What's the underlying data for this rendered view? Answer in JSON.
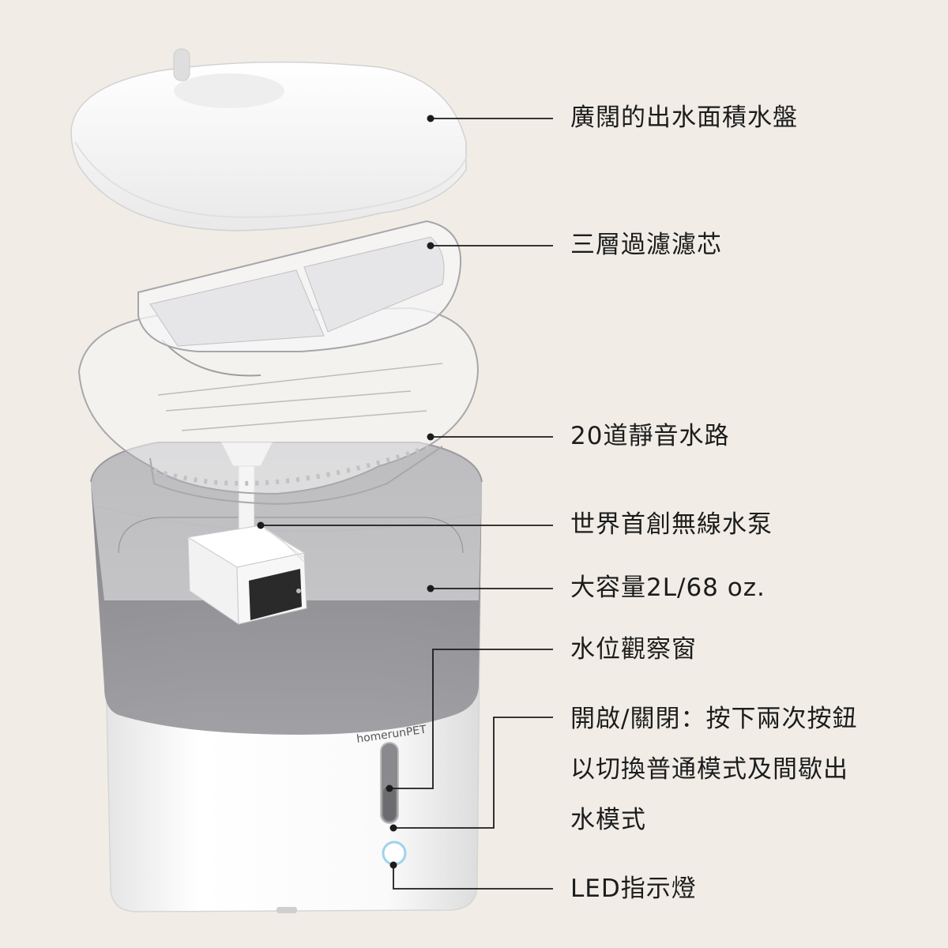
{
  "product": {
    "brand_text": "homerunPET",
    "led_indicator_color": "#9ed3ec"
  },
  "colors": {
    "background": "#f1ede6",
    "leader_line": "#1c1c1c",
    "water": "#8f8f94",
    "shell": "#ffffff"
  },
  "callouts": [
    {
      "id": "tray",
      "label": "廣闊的出水面積水盤"
    },
    {
      "id": "filter",
      "label": "三層過濾濾芯"
    },
    {
      "id": "channels",
      "label": "20道靜音水路"
    },
    {
      "id": "pump",
      "label": "世界首創無線水泵"
    },
    {
      "id": "capacity",
      "label": "大容量2L/68 oz."
    },
    {
      "id": "window",
      "label": "水位觀察窗"
    },
    {
      "id": "button",
      "lines": [
        "開啟/關閉：按下兩次按鈕",
        "以切換普通模式及間歇出",
        "水模式"
      ]
    },
    {
      "id": "led",
      "label": "LED指示燈"
    }
  ]
}
